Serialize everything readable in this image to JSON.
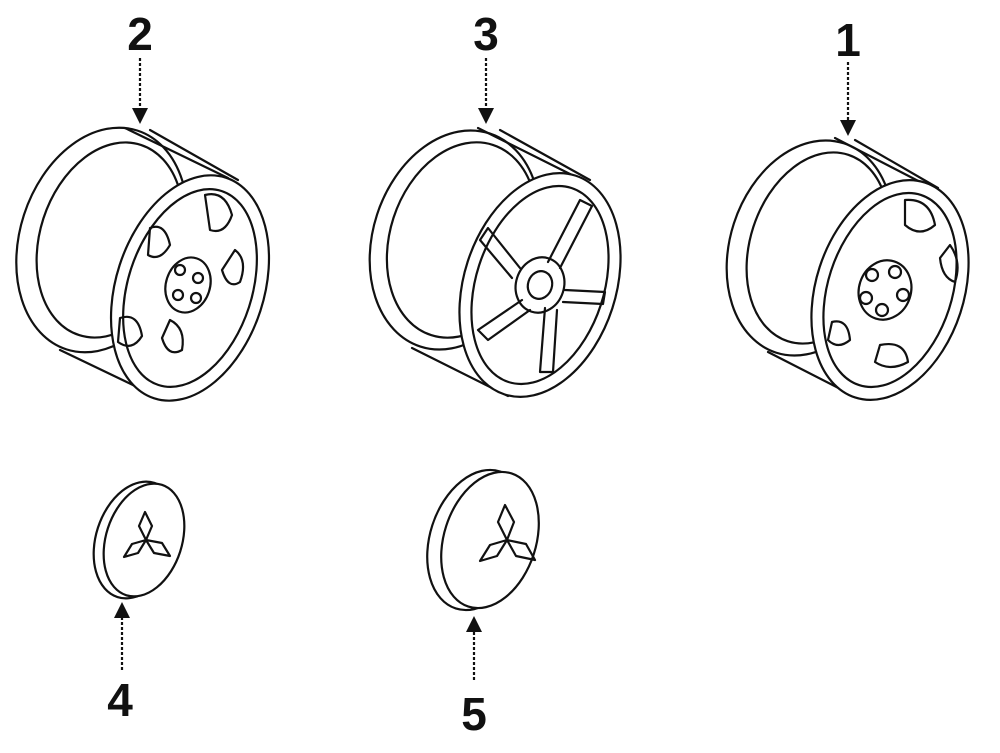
{
  "callouts": {
    "one": "1",
    "two": "2",
    "three": "3",
    "four": "4",
    "five": "5"
  },
  "colors": {
    "line": "#111111",
    "background": "#ffffff"
  }
}
